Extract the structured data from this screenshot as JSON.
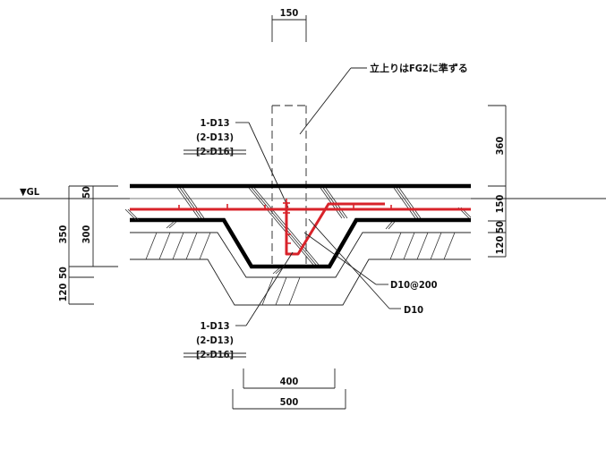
{
  "title": "基礎スラブ断面詳細",
  "colors": {
    "rebar": "#d8232a",
    "line": "#000000",
    "background": "#ffffff"
  },
  "annotations": {
    "riser_note": "立上りはFG2に準ずる",
    "top_bar_label": [
      "1-D13",
      "(2-D13)",
      "[2-D16]"
    ],
    "bottom_bar_label": [
      "1-D13",
      "(2-D13)",
      "[2-D16]"
    ],
    "stirrup_label": "D10@200",
    "bar_label": "D10",
    "ground_level": "▼GL"
  },
  "dimensions": {
    "top_width": "150",
    "left_outer": "350",
    "left_top": "50",
    "left_inner": "300",
    "left_base1": "50",
    "left_base2": "120",
    "right_upper": "360",
    "right_mid": "150",
    "right_small": "50",
    "right_base": "120",
    "bottom_inner": "400",
    "bottom_outer": "500"
  }
}
